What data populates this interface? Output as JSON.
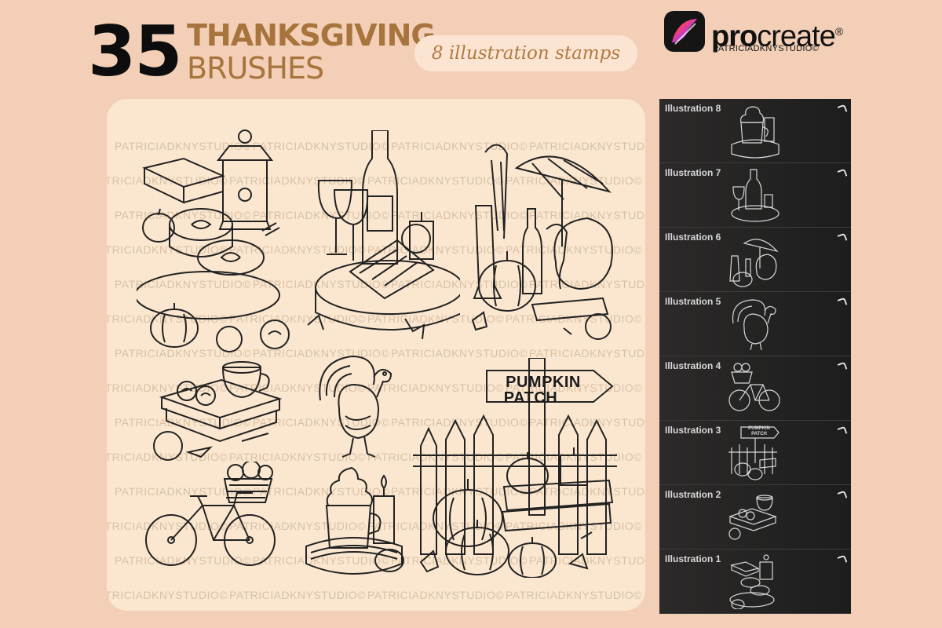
{
  "header": {
    "count": "35",
    "title_line1": "THANKSGIVING",
    "title_line2": "BRUSHES",
    "subtitle": "8 illustration stamps"
  },
  "brand": {
    "name_bold": "pro",
    "name_rest": "create",
    "registered": "®",
    "sub": "PATRICIADKNYSTUDIO©"
  },
  "watermark": "PATRICIADKNYSTUDIO©",
  "sign": {
    "line1": "PUMPKIN",
    "line2": "PATCH"
  },
  "layers": [
    {
      "name": "Illustration 8",
      "icon": "cocoa-mug-icon"
    },
    {
      "name": "Illustration 7",
      "icon": "wine-bottle-icon"
    },
    {
      "name": "Illustration 6",
      "icon": "umbrella-turkey-icon"
    },
    {
      "name": "Illustration 5",
      "icon": "turkey-icon"
    },
    {
      "name": "Illustration 4",
      "icon": "bicycle-icon"
    },
    {
      "name": "Illustration 3",
      "icon": "pumpkin-patch-icon"
    },
    {
      "name": "Illustration 2",
      "icon": "coffee-books-icon"
    },
    {
      "name": "Illustration 1",
      "icon": "lantern-icon"
    }
  ],
  "layer_thumb_sign": "PUMPKIN PATCH",
  "colors": {
    "background": "#f2cfb6",
    "accent": "#a8743d",
    "canvas": "#fbe7d0",
    "panel": "#1e1e1e"
  }
}
